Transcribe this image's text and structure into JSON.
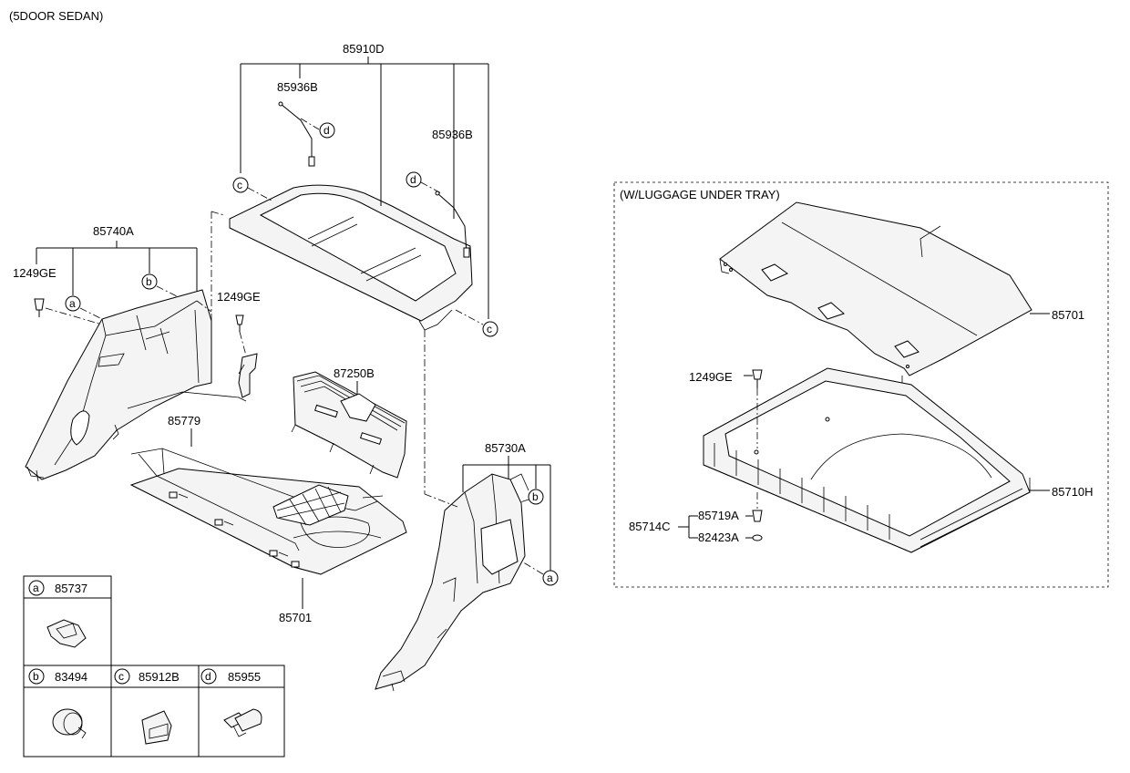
{
  "header": {
    "variant": "(5DOOR SEDAN)"
  },
  "callouts": {
    "shelf_assy": "85910D",
    "shelf_wire_left": "85936B",
    "shelf_wire_right": "85936B",
    "trim_left": "85740A",
    "screw_left": "1249GE",
    "screw_mid": "1249GE",
    "trim_rear": "87250B",
    "cargo_net": "85779",
    "covering_main": "85701",
    "trim_right": "85730A",
    "luggage_cover": "85701",
    "luggage_tray": "85710H",
    "screw_tray": "1249GE",
    "retainer_group": "85714C",
    "retainer_nut": "85719A",
    "retainer_washer": "82423A"
  },
  "letters": {
    "a": "a",
    "b": "b",
    "c": "c",
    "d": "d"
  },
  "inset": {
    "title": "(W/LUGGAGE UNDER TRAY)"
  },
  "legend": [
    {
      "letter": "a",
      "part": "85737"
    },
    {
      "letter": "b",
      "part": "83494"
    },
    {
      "letter": "c",
      "part": "85912B"
    },
    {
      "letter": "d",
      "part": "85955"
    }
  ]
}
